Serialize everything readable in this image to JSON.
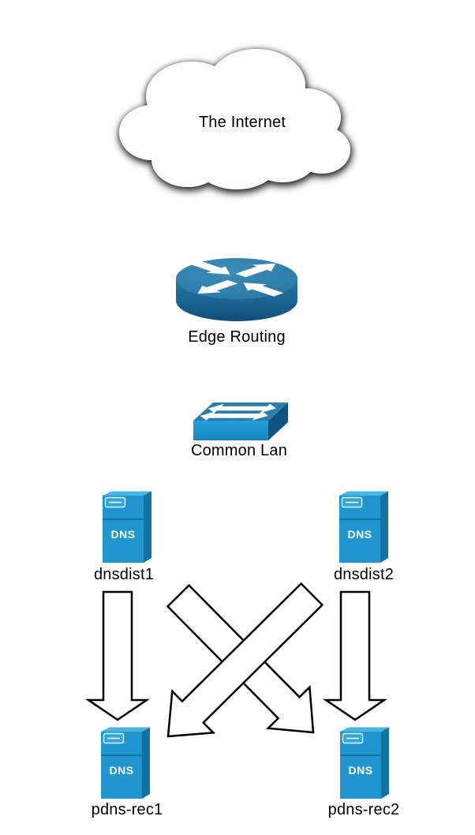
{
  "diagram": {
    "nodes": {
      "internet": {
        "label": "The Internet",
        "type": "cloud"
      },
      "edge_routing": {
        "label": "Edge Routing",
        "type": "router"
      },
      "common_lan": {
        "label": "Common Lan",
        "type": "switch"
      },
      "dnsdist1": {
        "label": "dnsdist1",
        "type": "dns-server",
        "badge": "DNS"
      },
      "dnsdist2": {
        "label": "dnsdist2",
        "type": "dns-server",
        "badge": "DNS"
      },
      "pdns_rec1": {
        "label": "pdns-rec1",
        "type": "dns-server",
        "badge": "DNS"
      },
      "pdns_rec2": {
        "label": "pdns-rec2",
        "type": "dns-server",
        "badge": "DNS"
      }
    },
    "edges": [
      {
        "from": "dnsdist1",
        "to": "pdns-rec1",
        "shape": "vertical-block-arrow"
      },
      {
        "from": "dnsdist1",
        "to": "pdns-rec2",
        "shape": "diagonal-block-arrow"
      },
      {
        "from": "dnsdist2",
        "to": "pdns-rec1",
        "shape": "diagonal-block-arrow"
      },
      {
        "from": "dnsdist2",
        "to": "pdns-rec2",
        "shape": "vertical-block-arrow"
      }
    ],
    "colors": {
      "background": "#ffffff",
      "cloud_fill": "#fcfcfc",
      "cloud_shadow": "#000000",
      "router_top": "#2a7cab",
      "router_side_dark": "#114d77",
      "switch_front": "#1e94d2",
      "switch_top": "#2c7dab",
      "switch_side": "#0f5480",
      "server_front": "#2095cf",
      "server_top": "#49b6e0",
      "server_side": "#1173a3",
      "icon_arrow_white": "#ffffff",
      "flow_arrow_fill": "#ffffff",
      "flow_arrow_stroke": "#000000",
      "label_color": "#000000"
    }
  }
}
